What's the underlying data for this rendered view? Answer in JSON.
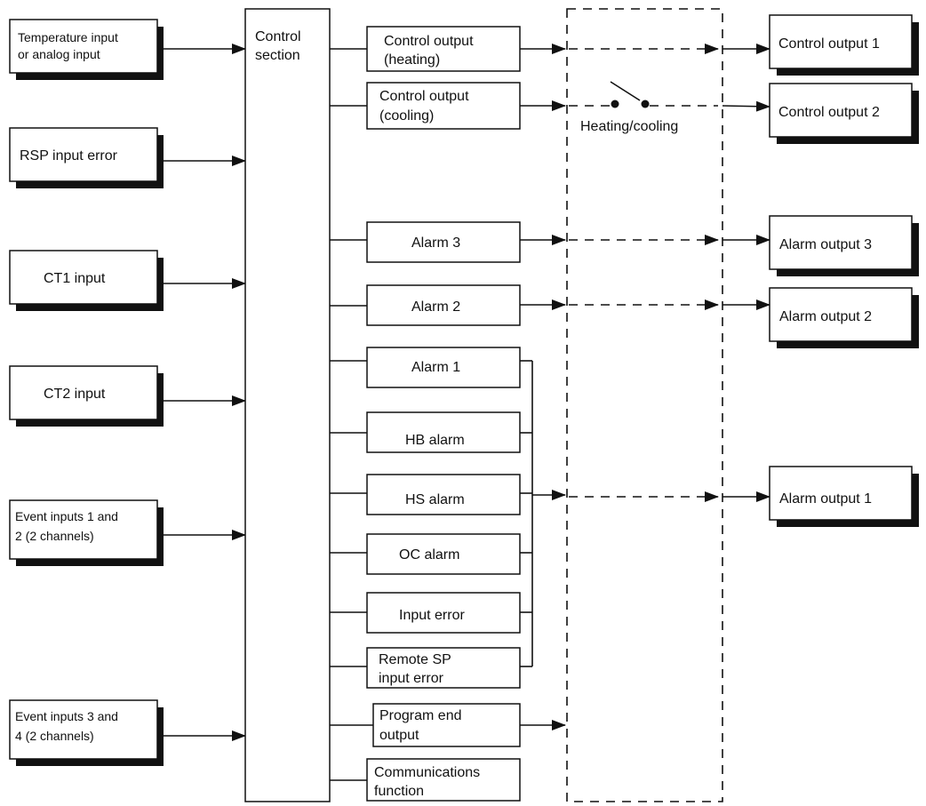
{
  "inputs": {
    "temperature": [
      "Temperature input",
      "or analog input"
    ],
    "rsp_error": "RSP input error",
    "ct1": "CT1 input",
    "ct2": "CT2 input",
    "event12": [
      "Event inputs 1 and",
      "2 (2 channels)"
    ],
    "event34": [
      "Event inputs 3 and",
      "4 (2 channels)"
    ]
  },
  "control_section": [
    "Control",
    "section"
  ],
  "functions": {
    "control_heating": [
      "Control output",
      "(heating)"
    ],
    "control_cooling": [
      "Control output",
      "(cooling)"
    ],
    "alarm3": "Alarm 3",
    "alarm2": "Alarm 2",
    "alarm1": "Alarm 1",
    "hb_alarm": "HB alarm",
    "hs_alarm": "HS alarm",
    "oc_alarm": "OC alarm",
    "input_error": "Input error",
    "remote_sp": [
      "Remote SP",
      "input error"
    ],
    "program_end": [
      "Program end",
      "output"
    ],
    "communications": [
      "Communications",
      "function"
    ]
  },
  "heating_cooling_label": "Heating/cooling",
  "outputs": {
    "control1": "Control output 1",
    "control2": "Control output 2",
    "alarm3": "Alarm output 3",
    "alarm2": "Alarm output 2",
    "alarm1": "Alarm output 1"
  }
}
